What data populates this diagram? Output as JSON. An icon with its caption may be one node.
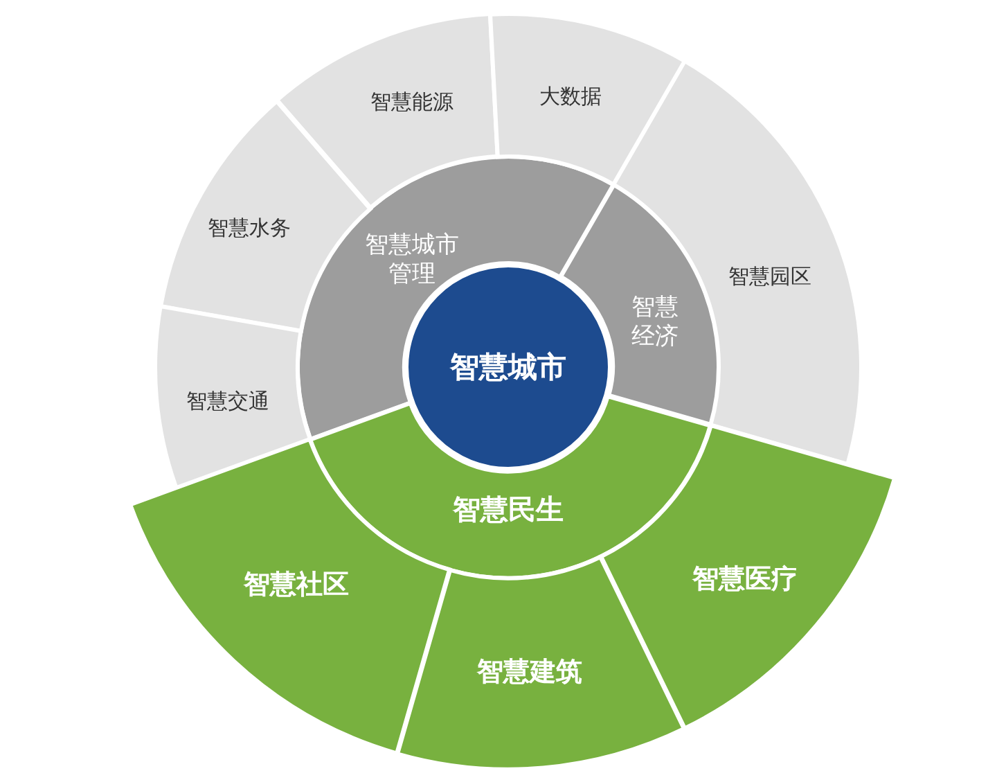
{
  "diagram": {
    "nodes": [
      {
        "text": [
          "智慧城市"
        ]
      },
      {
        "text": [
          "智慧城市管理"
        ]
      },
      {
        "text": [
          "智慧经济"
        ]
      },
      {
        "text": [
          "智慧民生"
        ]
      },
      {
        "text": [
          "智慧能源"
        ]
      },
      {
        "text": [
          "大数据"
        ]
      },
      {
        "text": [
          "智慧水务"
        ]
      },
      {
        "text": [
          "智慧园区"
        ]
      },
      {
        "text": [
          "智慧交通"
        ]
      },
      {
        "text": [
          "智慧社区"
        ]
      },
      {
        "text": [
          "智慧医疗"
        ]
      },
      {
        "text": [
          "智慧建筑"
        ]
      }
    ]
  }
}
